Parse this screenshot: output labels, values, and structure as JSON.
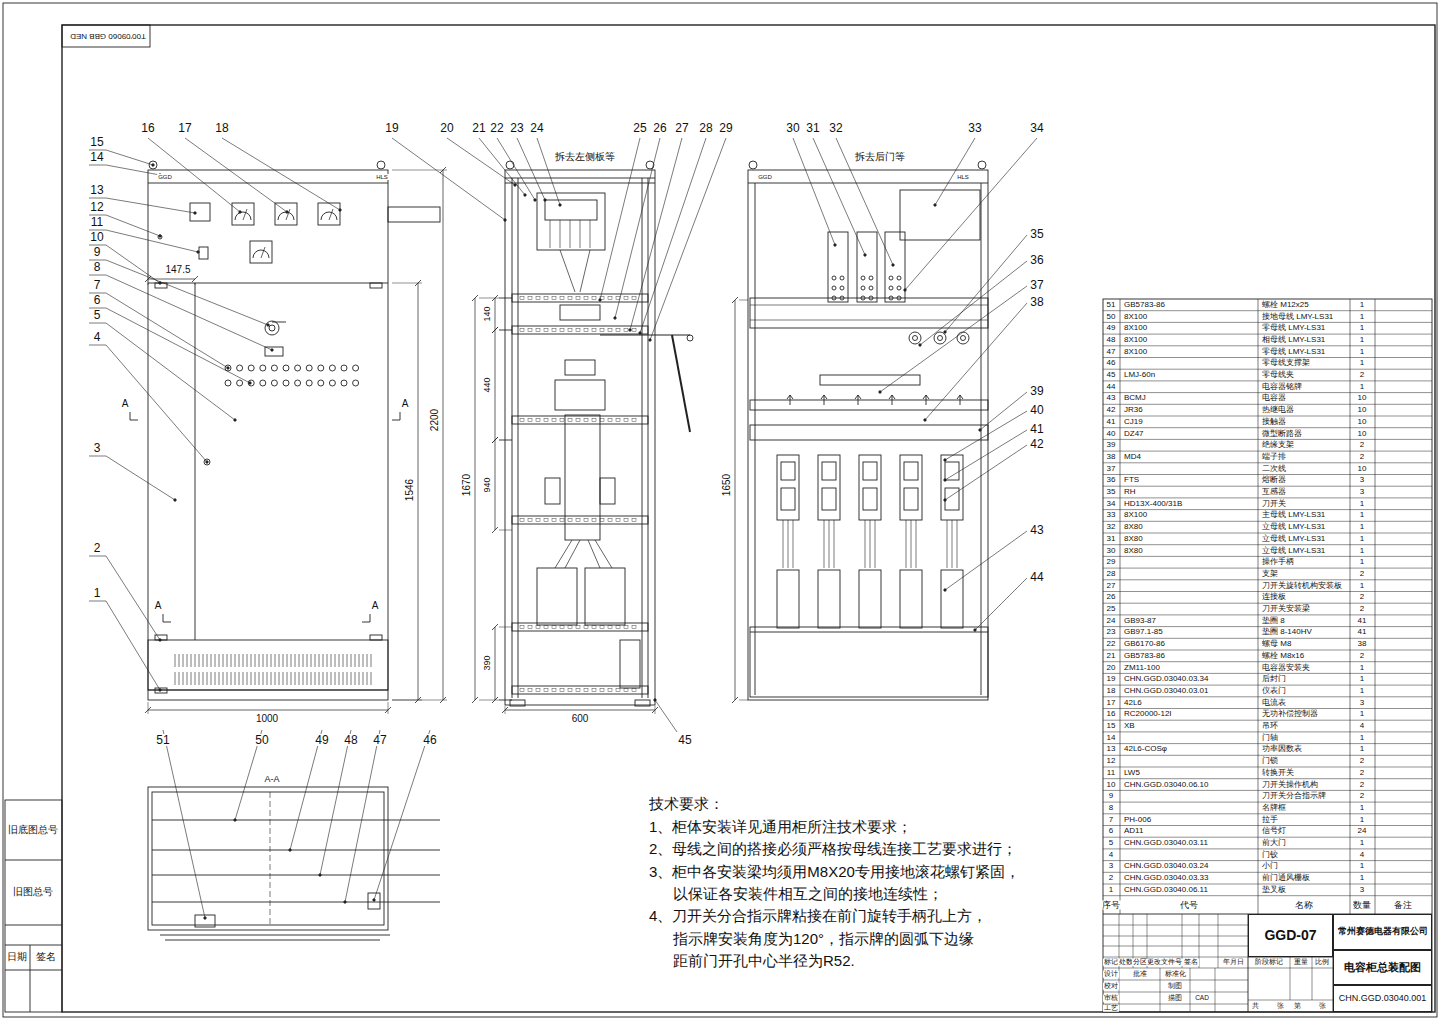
{
  "diagram": {
    "nodes": [
      {
        "text": [
          "GGD-07"
        ]
      },
      {
        "text": [
          "常州赛德电器有限公司"
        ]
      },
      {
        "text": [
          "电容柜总装配图"
        ]
      },
      {
        "text": [
          "CHN.GGD.03040.001"
        ]
      }
    ],
    "labels": [
      "T00'09060 GBB NED",
      "1",
      "2",
      "3",
      "4",
      "5",
      "6",
      "7",
      "8",
      "9",
      "10",
      "11",
      "12",
      "13",
      "14",
      "15",
      "16",
      "17",
      "18",
      "19",
      "20",
      "21",
      "22",
      "23",
      "24",
      "25",
      "26",
      "27",
      "28",
      "29",
      "30",
      "31",
      "32",
      "33",
      "34",
      "35",
      "36",
      "37",
      "38",
      "39",
      "40",
      "41",
      "42",
      "43",
      "44",
      "45",
      "46",
      "47",
      "48",
      "49",
      "50",
      "51",
      "GGD",
      "HLS",
      "GGD",
      "HLS",
      "147.5",
      "1000",
      "2200",
      "1546",
      "140",
      "440",
      "1670",
      "940",
      "390",
      "600",
      "1650",
      "A",
      "A",
      "A",
      "A",
      "A-A",
      "拆去左侧板等",
      "拆去后门等",
      "技术要求：",
      "1、柜体安装详见通用柜所注技术要求；",
      "2、母线之间的搭接必须严格按母线连接工艺要求进行；",
      "3、柜中各安装梁均须用M8X20专用接地滚花螺钉紧固，",
      "以保证各安装件相互之间的接地连续性；",
      "4、刀开关分合指示牌粘接在前门旋转手柄孔上方，",
      "指示牌安装角度为120°，指示牌的圆弧下边缘",
      "距前门开孔中心半径为R52.",
      "51",
      "GB5783-86",
      "螺栓 M12x25",
      "1",
      "50",
      "8X100",
      "接地母线 LMY-LS31",
      "1",
      "49",
      "8X100",
      "零母线 LMY-LS31",
      "1",
      "48",
      "8X100",
      "相母线 LMY-LS31",
      "1",
      "47",
      "8X100",
      "零母线 LMY-LS31",
      "1",
      "46",
      "零母线支撑架",
      "1",
      "45",
      "LMJ-60n",
      "零母线夹",
      "2",
      "44",
      "电容器铭牌",
      "1",
      "43",
      "BCMJ",
      "电容器",
      "10",
      "42",
      "JR36",
      "热继电器",
      "10",
      "41",
      "CJ19",
      "接触器",
      "10",
      "40",
      "DZ47",
      "微型断路器",
      "10",
      "39",
      "绝缘支架",
      "2",
      "38",
      "MD4",
      "端子排",
      "2",
      "37",
      "二次线",
      "10",
      "36",
      "FTS",
      "熔断器",
      "3",
      "35",
      "RH",
      "互感器",
      "3",
      "34",
      "HD13X-400/31B",
      "刀开关",
      "1",
      "33",
      "8X100",
      "主母线 LMY-LS31",
      "1",
      "32",
      "8X80",
      "立母线 LMY-LS31",
      "1",
      "31",
      "8X80",
      "立母线 LMY-LS31",
      "1",
      "30",
      "8X80",
      "立母线 LMY-LS31",
      "1",
      "29",
      "操作手柄",
      "1",
      "28",
      "支架",
      "2",
      "27",
      "刀开关旋转机构安装板",
      "1",
      "26",
      "连接板",
      "2",
      "25",
      "刀开关安装梁",
      "2",
      "24",
      "GB93-87",
      "垫圈 8",
      "41",
      "23",
      "GB97.1-85",
      "垫圈 8-140HV",
      "41",
      "22",
      "GB6170-86",
      "螺母 M8",
      "38",
      "21",
      "GB5783-86",
      "螺栓 M8x16",
      "2",
      "20",
      "ZM11-100",
      "电容器安装夹",
      "1",
      "19",
      "CHN.GGD.03040.03.34",
      "后封门",
      "1",
      "18",
      "CHN.GGD.03040.03.01",
      "仪表门",
      "1",
      "17",
      "42L6",
      "电流表",
      "3",
      "16",
      "RC20000-12I",
      "无功补偿控制器",
      "1",
      "15",
      "XB",
      "吊环",
      "4",
      "14",
      "门轴",
      "1",
      "13",
      "42L6-COSφ",
      "功率因数表",
      "1",
      "12",
      "门锁",
      "2",
      "11",
      "LW5",
      "转换开关",
      "2",
      "10",
      "CHN.GGD.03040.06.10",
      "刀开关操作机构",
      "2",
      "9",
      "刀开关分合指示牌",
      "2",
      "8",
      "名牌框",
      "1",
      "7",
      "PH-006",
      "拉手",
      "1",
      "6",
      "AD11",
      "信号灯",
      "24",
      "5",
      "CHN.GGD.03040.03.11",
      "前大门",
      "1",
      "4",
      "门铰",
      "4",
      "3",
      "CHN.GGD.03040.03.24",
      "小门",
      "1",
      "2",
      "CHN.GGD.03040.03.33",
      "前门通风栅板",
      "1",
      "1",
      "CHN.GGD.03040.06.11",
      "垫叉板",
      "3",
      "序号",
      "代号",
      "名称",
      "数量",
      "备注",
      "标记",
      "处数",
      "分区",
      "更改文件号",
      "签名",
      "年月日",
      "设计",
      "批准",
      "标准化",
      "校对",
      "制图",
      "审核",
      "描图",
      "CAD",
      "工艺",
      "阶段标记",
      "重量",
      "比例",
      "共",
      "张",
      "第",
      "张",
      "旧底图总号",
      "旧图总号",
      "日期",
      "签名"
    ]
  }
}
